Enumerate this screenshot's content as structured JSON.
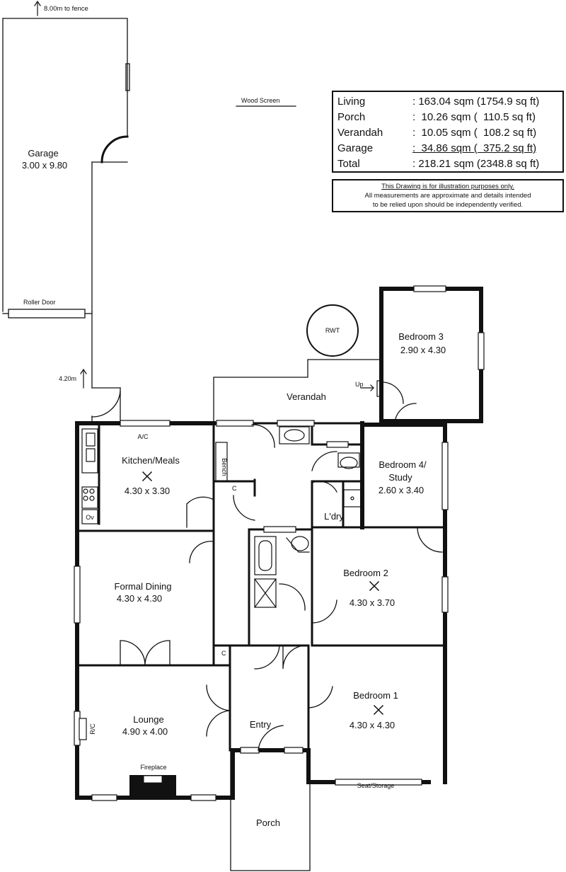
{
  "area_schedule": {
    "rows": [
      {
        "name": "Living",
        "value": ": 163.04 sqm (1754.9 sq ft)"
      },
      {
        "name": "Porch",
        "value": ":  10.26 sqm (  110.5 sq ft)"
      },
      {
        "name": "Verandah",
        "value": ":  10.05 sqm (  108.2 sq ft)"
      },
      {
        "name": "Garage",
        "value": ":  34.86 sqm (  375.2 sq ft)"
      },
      {
        "name": "Total",
        "value": ": 218.21 sqm (2348.8 sq ft)"
      }
    ]
  },
  "disclaimer": {
    "line1": "This Drawing is for illustration purposes only.",
    "line2": "All measurements are approximate and details intended",
    "line3": "to be relied upon should be independently verified."
  },
  "annotations": {
    "fence": "8.00m to fence",
    "wood_screen": "Wood Screen",
    "roller_door": "Roller Door",
    "side_dim": "4.20m",
    "rwt": "RWT",
    "up": "Up",
    "ac": "A/C",
    "bench": "Bench",
    "cupboard": "C",
    "oven": "Ov",
    "rc": "R/C",
    "fireplace": "Fireplace",
    "seat_storage": "Seat/Storage"
  },
  "rooms": {
    "garage": {
      "name": "Garage",
      "size": "3.00 x 9.80"
    },
    "verandah": {
      "name": "Verandah"
    },
    "bedroom3": {
      "name": "Bedroom 3",
      "size": "2.90 x 4.30"
    },
    "kitchen": {
      "name": "Kitchen/Meals",
      "size": "4.30 x 3.30"
    },
    "bedroom4_l1": "Bedroom 4/",
    "bedroom4_l2": "Study",
    "bedroom4_size": "2.60 x 3.40",
    "laundry": {
      "name": "L'dry"
    },
    "dining": {
      "name": "Formal Dining",
      "size": "4.30 x 4.30"
    },
    "bedroom2": {
      "name": "Bedroom 2",
      "size": "4.30 x 3.70"
    },
    "lounge": {
      "name": "Lounge",
      "size": "4.90 x 4.00"
    },
    "entry": {
      "name": "Entry"
    },
    "bedroom1": {
      "name": "Bedroom 1",
      "size": "4.30 x 4.30"
    },
    "porch": {
      "name": "Porch"
    }
  }
}
